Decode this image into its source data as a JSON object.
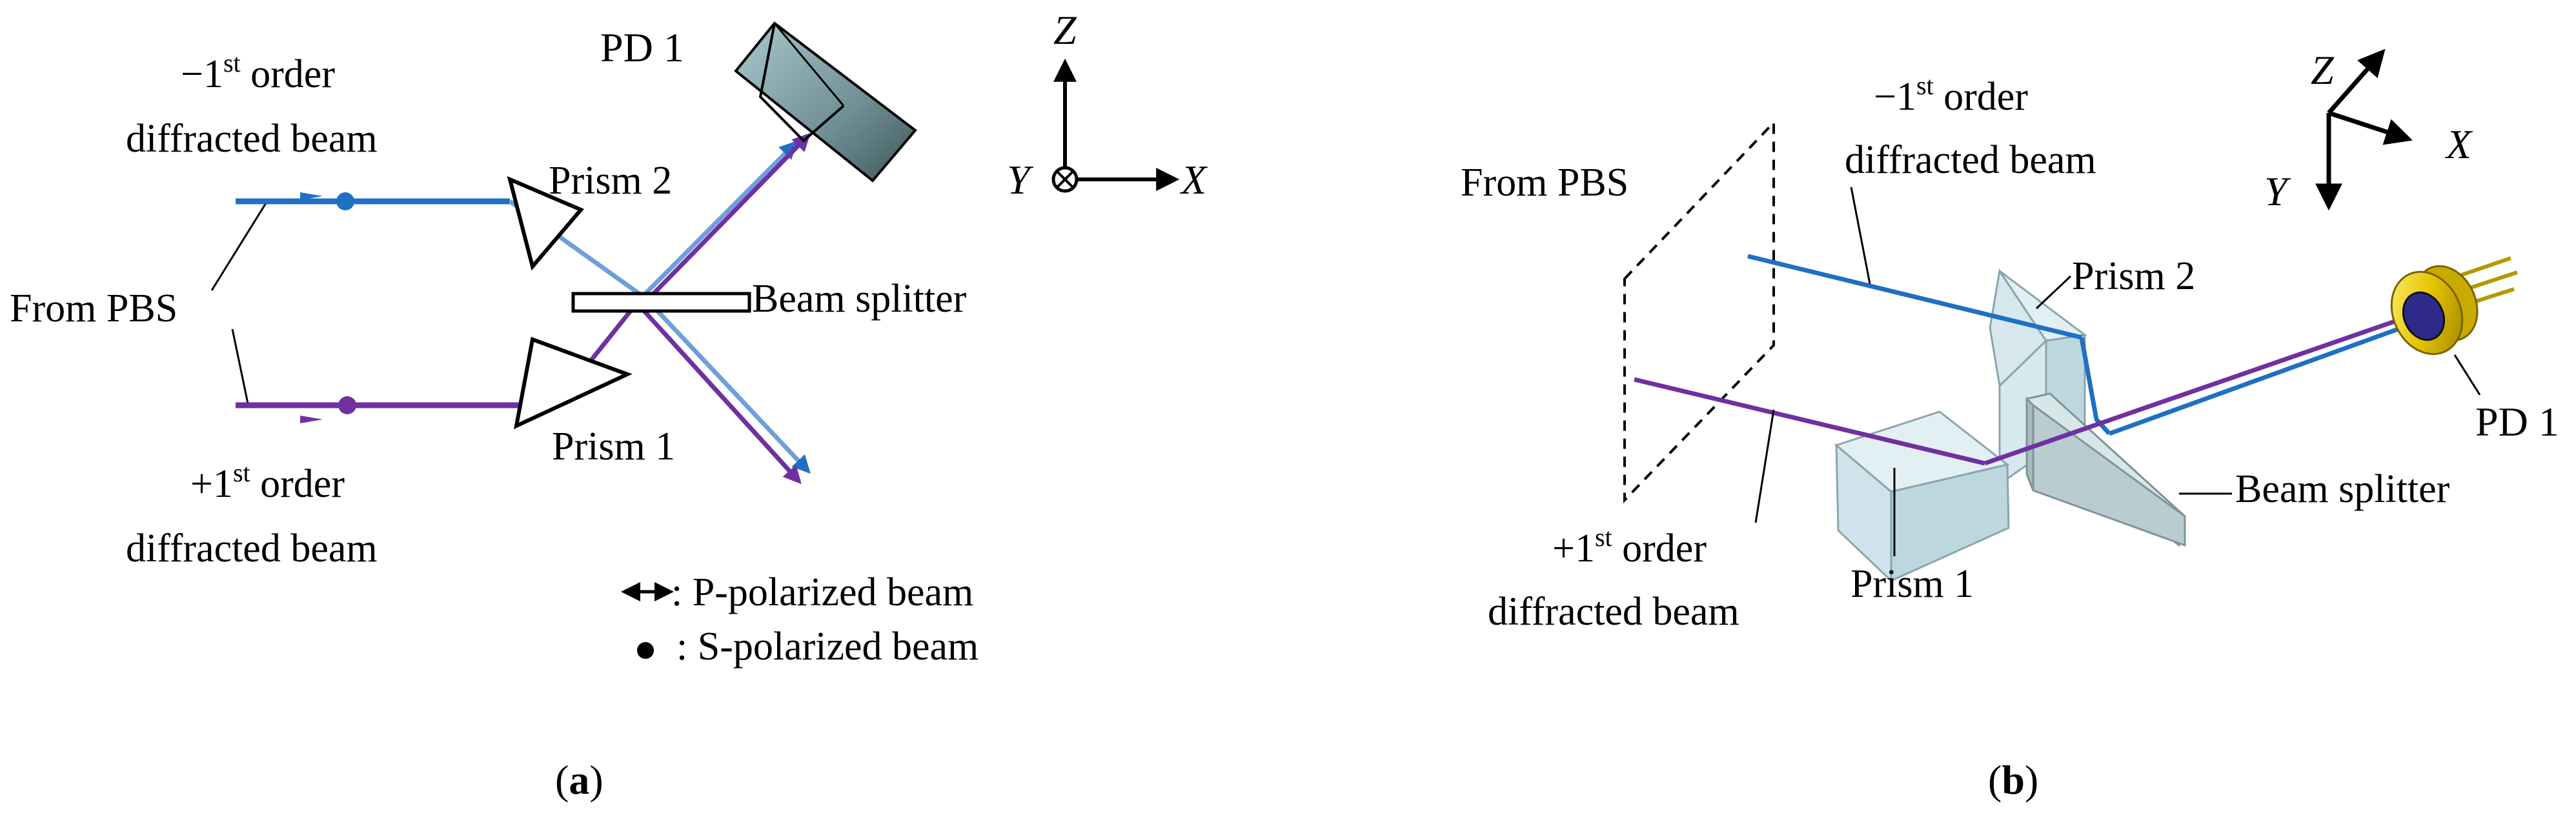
{
  "colors": {
    "minus_first_beam": "#1f6fc4",
    "minus_first_beam_light": "#6f9fd8",
    "plus_first_beam": "#7030a0",
    "pd_body": "#4f6b70",
    "pd_face": "#8fb4ba",
    "prism_fill": "#cfe4ea",
    "photodiode_gold": "#e3c300",
    "beam_splitter_fill": "#b9ccd0"
  },
  "panel_a": {
    "minus_first_label": {
      "prefix": "−1",
      "sup": "st",
      "suffix": " order"
    },
    "minus_first_label_line2": "diffracted beam",
    "plus_first_label": {
      "prefix": "+1",
      "sup": "st",
      "suffix": " order"
    },
    "plus_first_label_line2": "diffracted beam",
    "from_pbs": "From PBS",
    "prism2": "Prism 2",
    "prism1": "Prism 1",
    "pd1": "PD 1",
    "beam_splitter": "Beam splitter",
    "axis_z": "Z",
    "axis_x": "X",
    "axis_y": "Y",
    "legend_p": ": P-polarized beam",
    "legend_s": ": S-polarized beam",
    "caption": {
      "open": "(",
      "letter": "a",
      "close": ")"
    }
  },
  "panel_b": {
    "from_pbs": "From PBS",
    "minus_first_label": {
      "prefix": "−1",
      "sup": "st",
      "suffix": " order"
    },
    "minus_first_label_line2": "diffracted beam",
    "plus_first_label": {
      "prefix": "+1",
      "sup": "st",
      "suffix": " order"
    },
    "plus_first_label_line2": "diffracted beam",
    "prism2": "Prism 2",
    "prism1": "Prism 1",
    "pd1": "PD 1",
    "beam_splitter": "Beam splitter",
    "axis_z": "Z",
    "axis_x": "X",
    "axis_y": "Y",
    "caption": {
      "open": "(",
      "letter": "b",
      "close": ")"
    }
  }
}
